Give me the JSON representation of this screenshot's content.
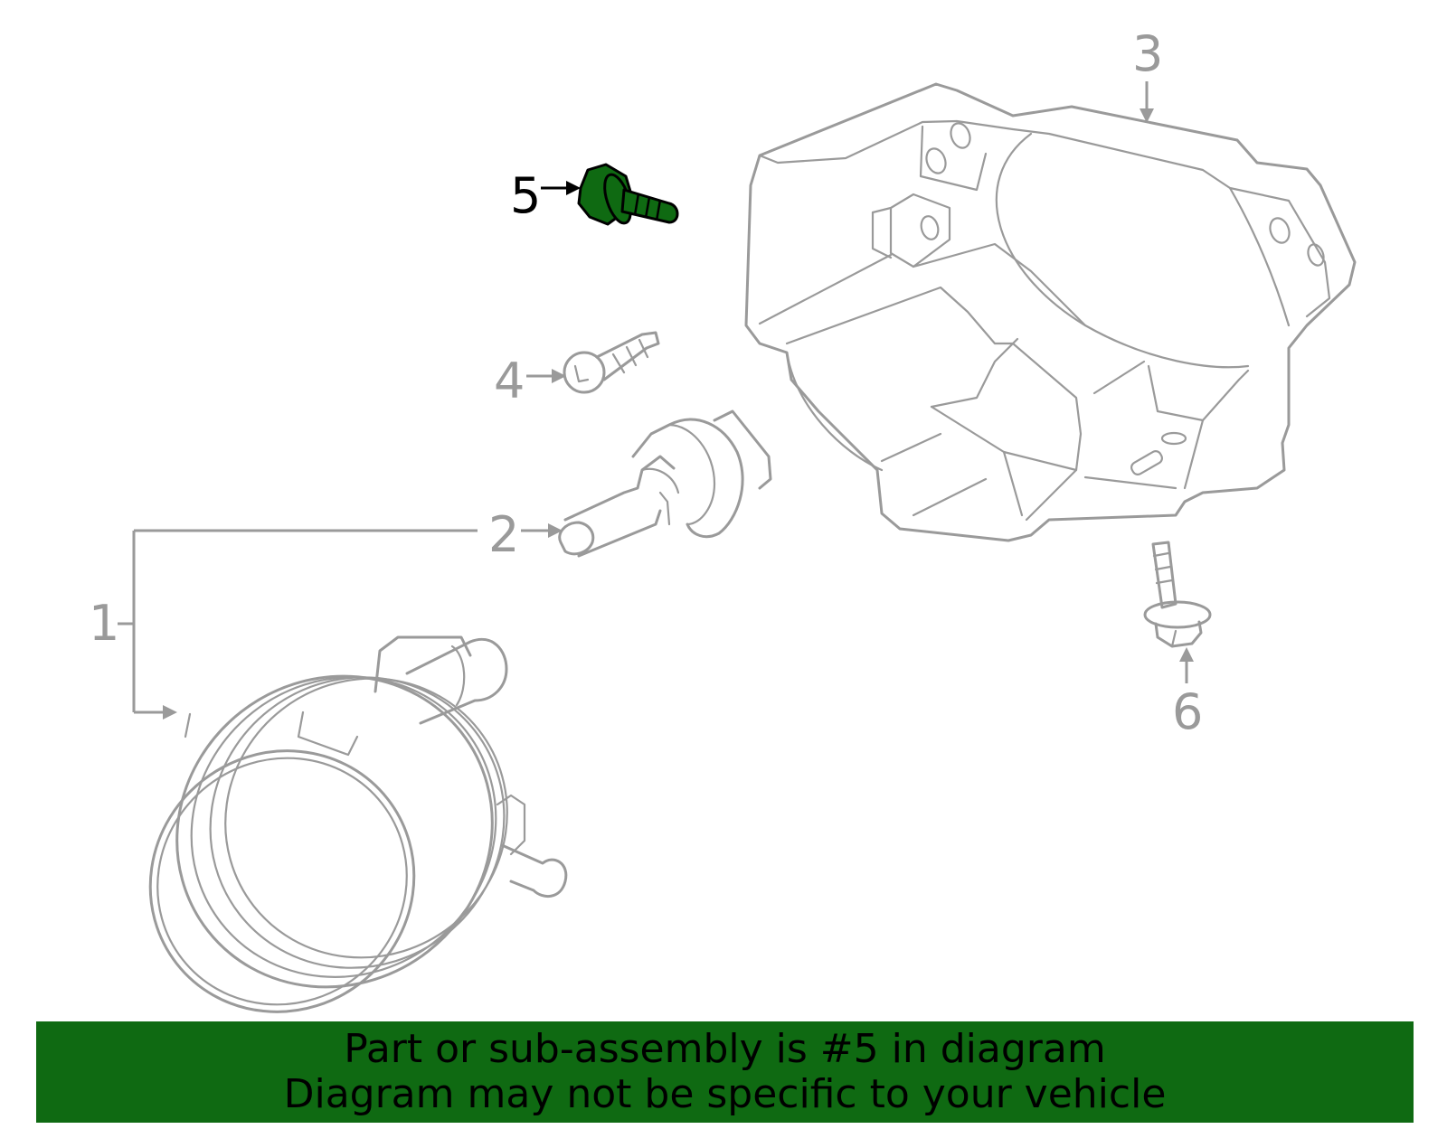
{
  "diagram": {
    "callouts": [
      {
        "id": "1",
        "label": "1"
      },
      {
        "id": "2",
        "label": "2"
      },
      {
        "id": "3",
        "label": "3"
      },
      {
        "id": "4",
        "label": "4"
      },
      {
        "id": "5",
        "label": "5"
      },
      {
        "id": "6",
        "label": "6"
      }
    ],
    "highlighted_callout": "5"
  },
  "banner": {
    "line1": "Part or sub-assembly is #5 in diagram",
    "line2": "Diagram may not be specific to your vehicle"
  },
  "colors": {
    "line_art": "#9a9a9a",
    "highlight_fill": "#0f6a12",
    "highlight_label": "#000000",
    "banner_bg": "#0f6a12",
    "banner_text": "#000000"
  }
}
